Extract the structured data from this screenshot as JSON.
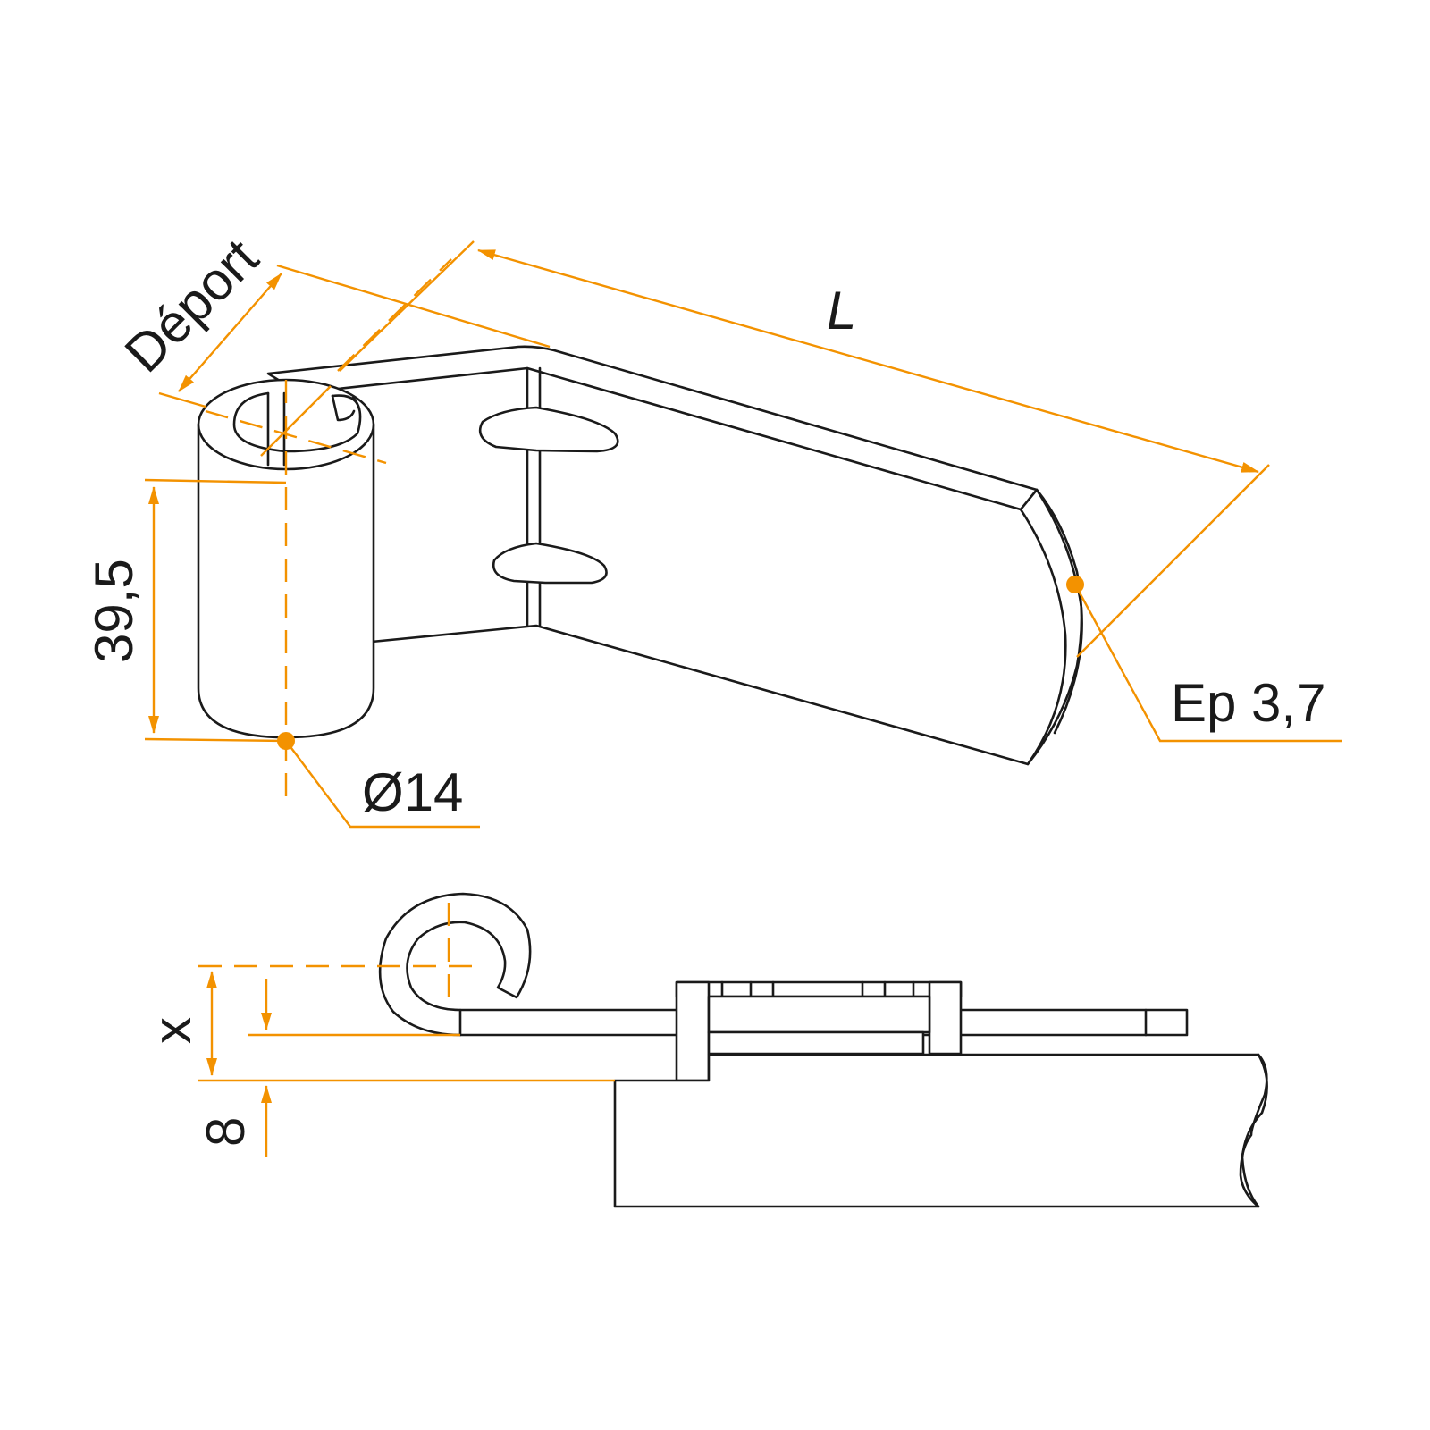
{
  "colors": {
    "dimension": "#f39200",
    "outline": "#1a1a1a",
    "background": "#ffffff"
  },
  "labels": {
    "offset": "Déport",
    "length": "L",
    "height": "39,5",
    "diameter": "Ø14",
    "thickness": "Ep 3,7",
    "gap": "x",
    "base": "8"
  }
}
